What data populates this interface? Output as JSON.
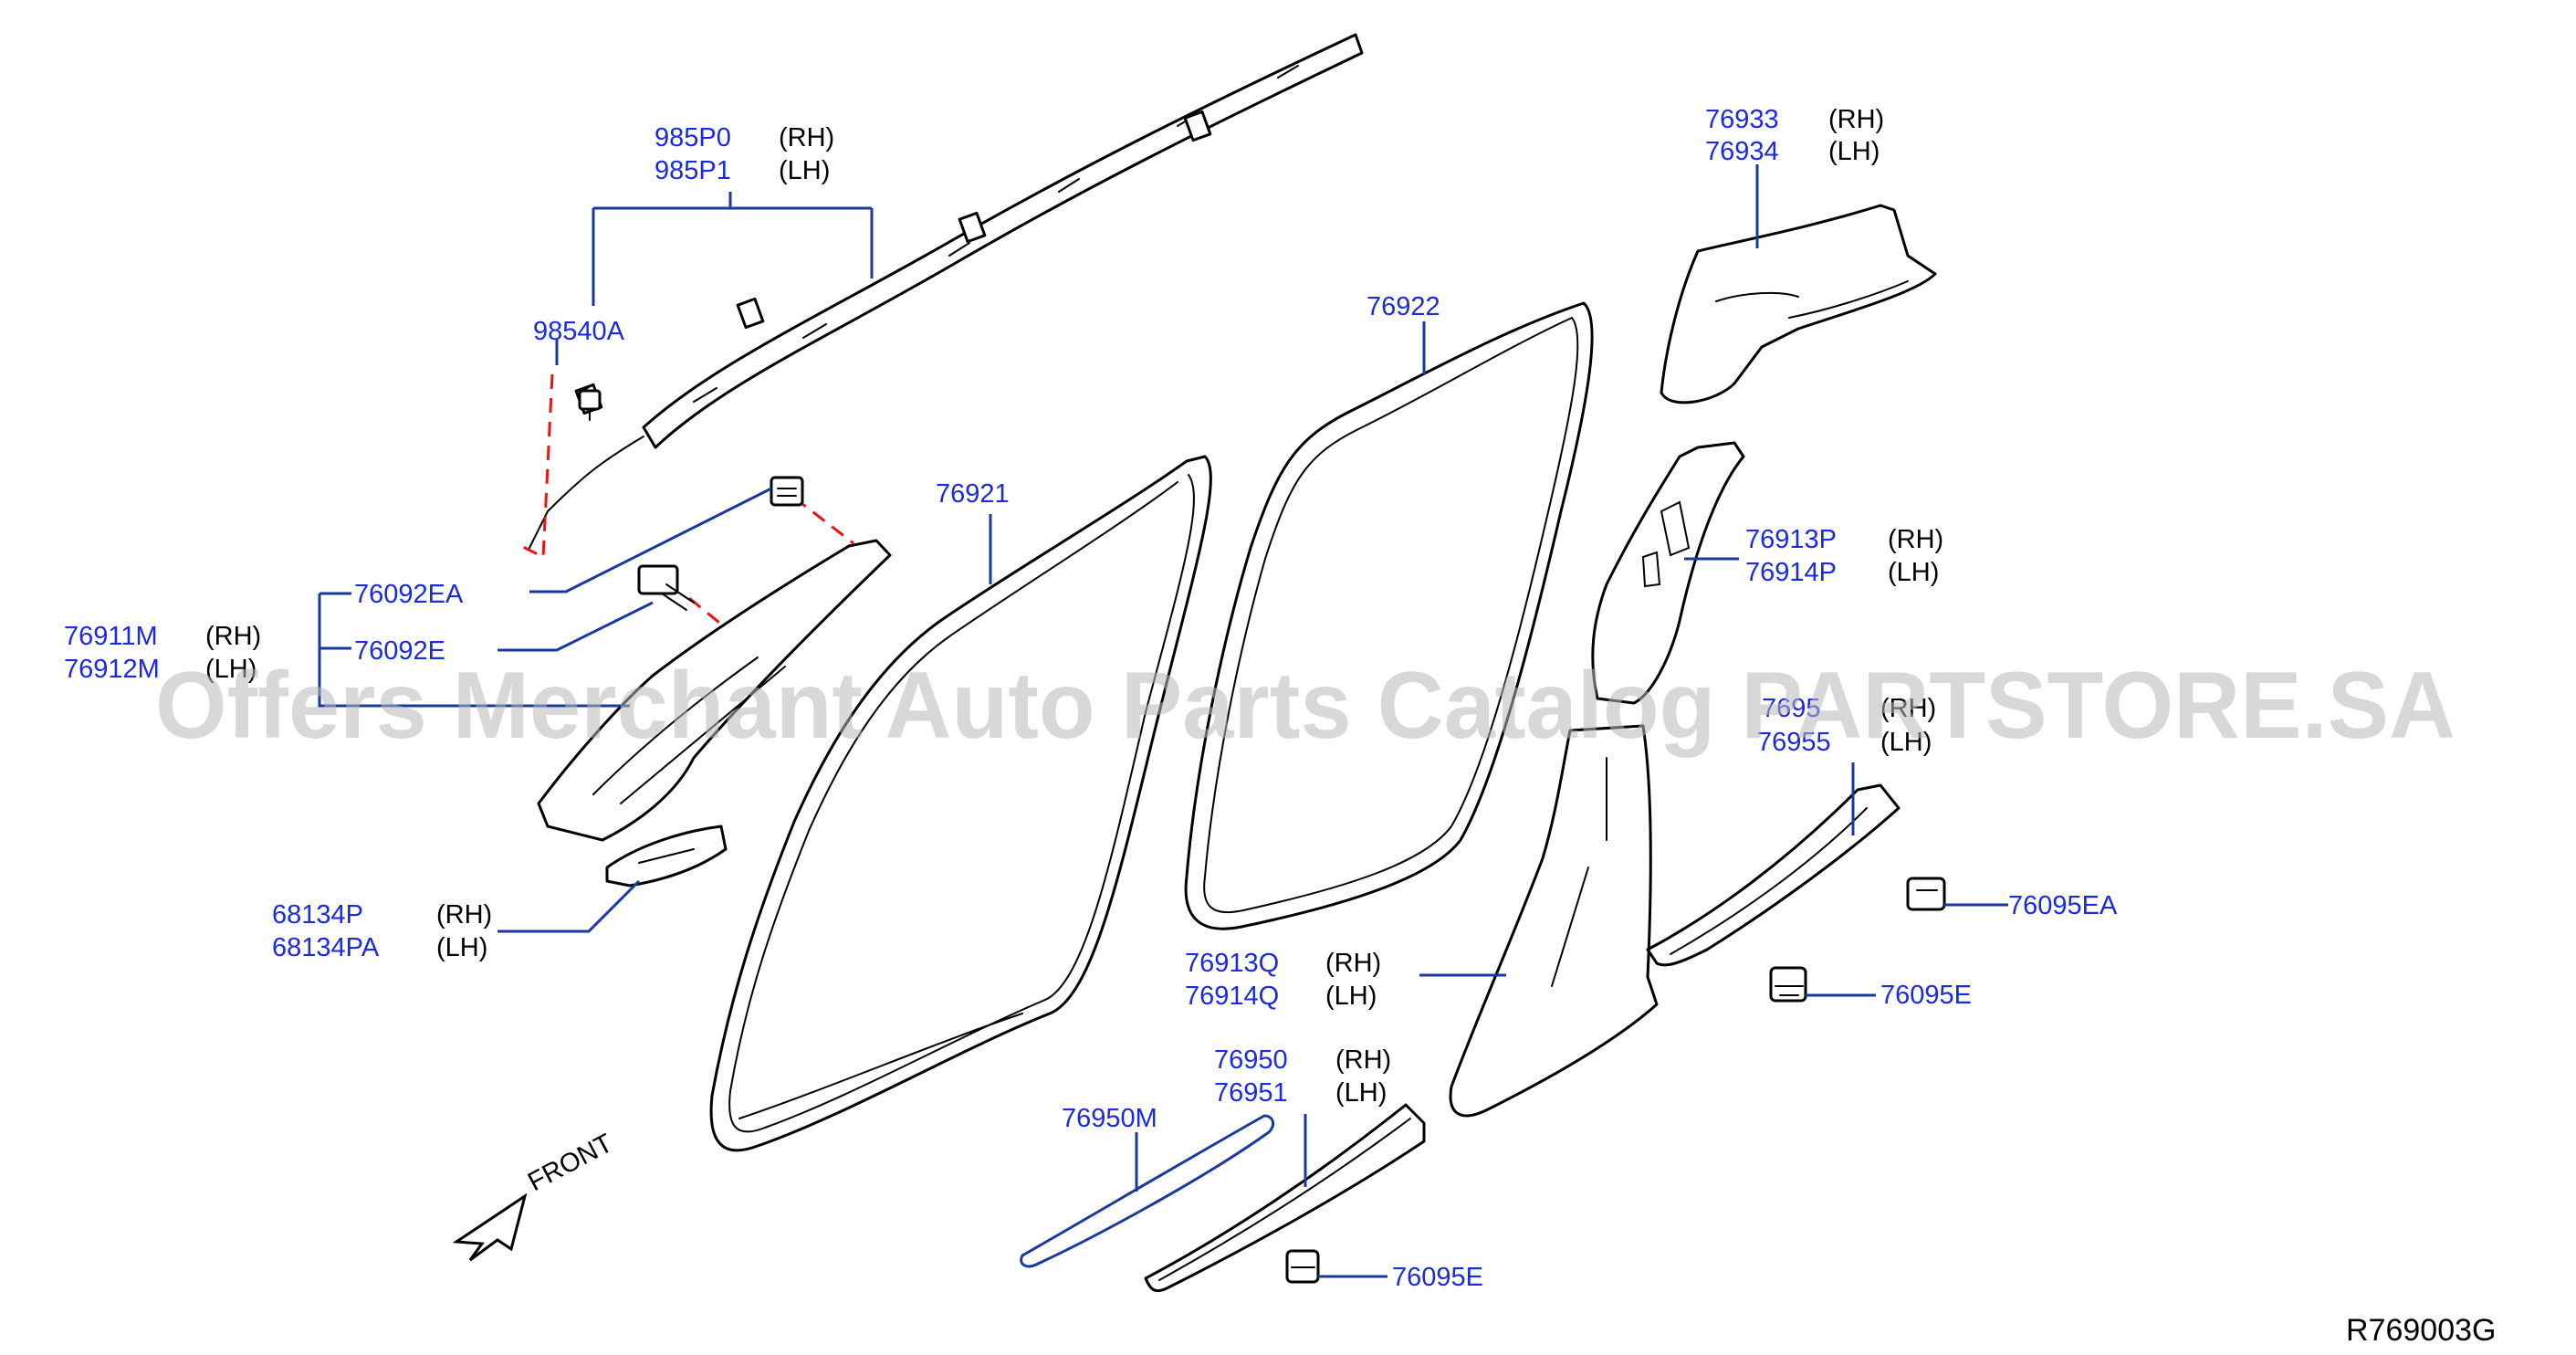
{
  "callouts": [
    {
      "id": "c985p",
      "lines": [
        {
          "pn": "985P0",
          "side": "(RH)"
        },
        {
          "pn": "985P1",
          "side": "(LH)"
        }
      ]
    },
    {
      "id": "c98540a",
      "lines": [
        {
          "pn": "98540A",
          "side": ""
        }
      ]
    },
    {
      "id": "c76092ea",
      "lines": [
        {
          "pn": "76092EA",
          "side": ""
        }
      ]
    },
    {
      "id": "c76911m",
      "lines": [
        {
          "pn": "76911M",
          "side": "(RH)"
        },
        {
          "pn": "76912M",
          "side": "(LH)"
        }
      ]
    },
    {
      "id": "c76092e",
      "lines": [
        {
          "pn": "76092E",
          "side": ""
        }
      ]
    },
    {
      "id": "c68134p",
      "lines": [
        {
          "pn": "68134P",
          "side": "(RH)"
        },
        {
          "pn": "68134PA",
          "side": "(LH)"
        }
      ]
    },
    {
      "id": "c76921",
      "lines": [
        {
          "pn": "76921",
          "side": ""
        }
      ]
    },
    {
      "id": "c76922",
      "lines": [
        {
          "pn": "76922",
          "side": ""
        }
      ]
    },
    {
      "id": "c76933",
      "lines": [
        {
          "pn": "76933",
          "side": "(RH)"
        },
        {
          "pn": "76934",
          "side": "(LH)"
        }
      ]
    },
    {
      "id": "c76913p",
      "lines": [
        {
          "pn": "76913P",
          "side": "(RH)"
        },
        {
          "pn": "76914P",
          "side": "(LH)"
        }
      ]
    },
    {
      "id": "c76954",
      "lines": [
        {
          "pn": "7695",
          "side": "(RH)"
        },
        {
          "pn": "76955",
          "side": "(LH)"
        }
      ]
    },
    {
      "id": "c76095ea",
      "lines": [
        {
          "pn": "76095EA",
          "side": ""
        }
      ]
    },
    {
      "id": "c76095e1",
      "lines": [
        {
          "pn": "76095E",
          "side": ""
        }
      ]
    },
    {
      "id": "c76913q",
      "lines": [
        {
          "pn": "76913Q",
          "side": "(RH)"
        },
        {
          "pn": "76914Q",
          "side": "(LH)"
        }
      ]
    },
    {
      "id": "c76950",
      "lines": [
        {
          "pn": "76950",
          "side": "(RH)"
        },
        {
          "pn": "76951",
          "side": "(LH)"
        }
      ]
    },
    {
      "id": "c76950m",
      "lines": [
        {
          "pn": "76950M",
          "side": ""
        }
      ]
    },
    {
      "id": "c76095e2",
      "lines": [
        {
          "pn": "76095E",
          "side": ""
        }
      ]
    }
  ],
  "front_label": "FRONT",
  "diagram_code": "R769003G",
  "watermark": "Offers Merchant Auto Parts Catalog PARTSTORE.SA",
  "colors": {
    "part_number": "#1a2adf",
    "leader": "#1a3a9a",
    "dashed_guide": "#e11111"
  }
}
